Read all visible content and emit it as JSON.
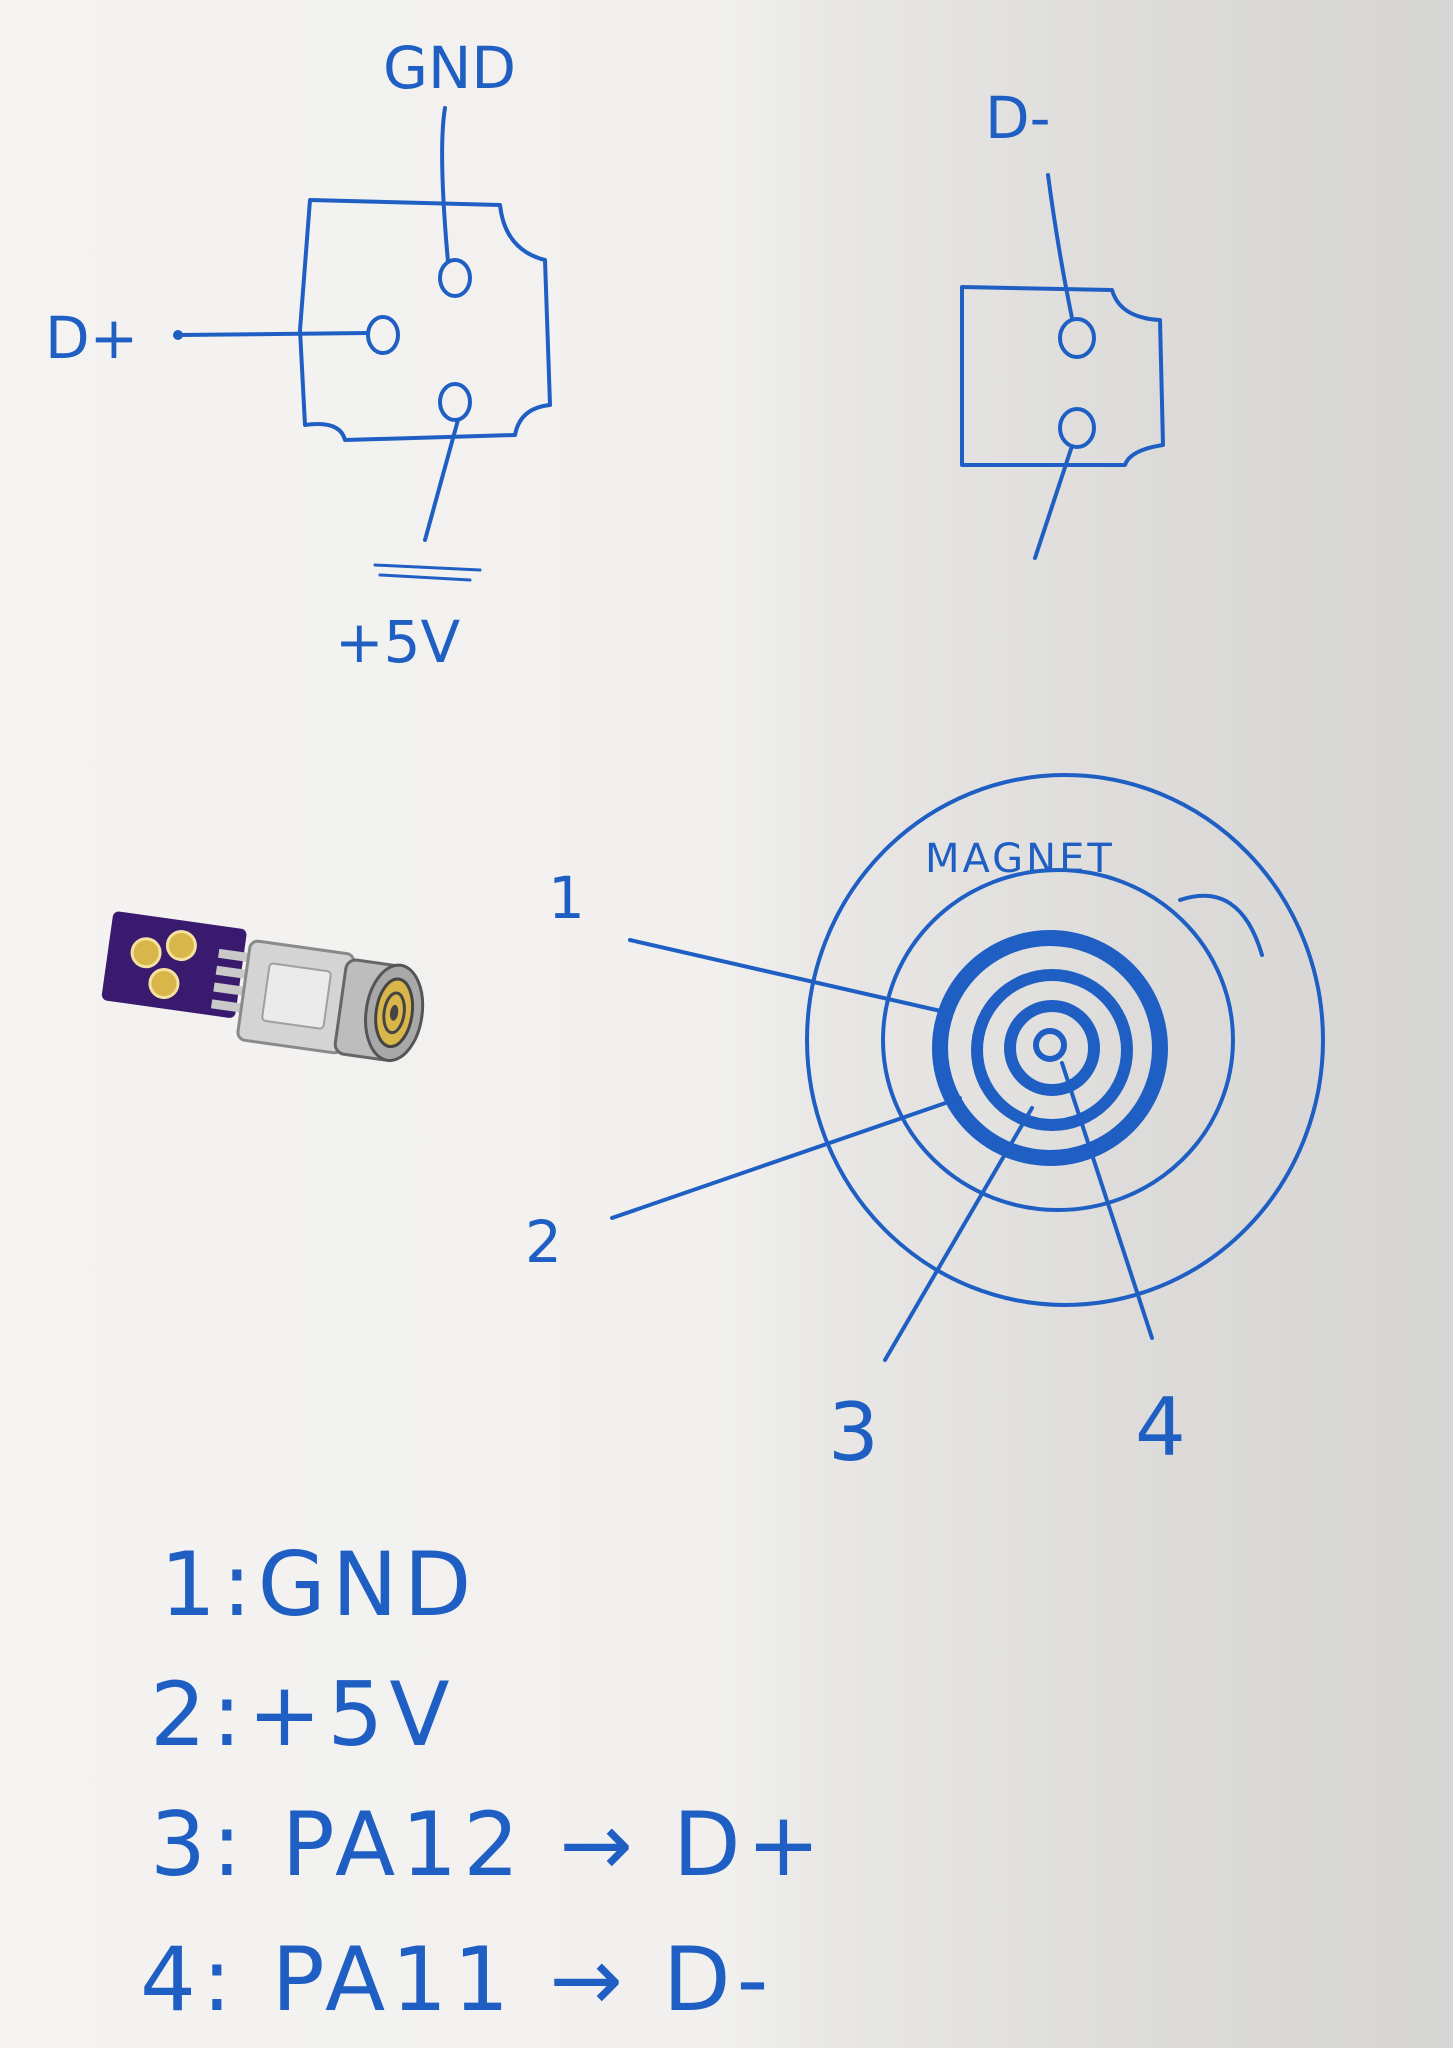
{
  "connector_left": {
    "pin_top_label": "GND",
    "pin_left_label": "D+",
    "pin_bottom_label": "+5V"
  },
  "connector_right": {
    "pin_top_label": "D-"
  },
  "magnet_diagram": {
    "ring_label": "MAGNET",
    "callouts": [
      "1",
      "2",
      "3",
      "4"
    ]
  },
  "pin_legend": [
    {
      "num": "1",
      "text": "1:GND"
    },
    {
      "num": "2",
      "text": "2:+5V"
    },
    {
      "num": "3",
      "text": "3: PA12 → D+"
    },
    {
      "num": "4",
      "text": "4: PA11 → D-"
    }
  ],
  "colors": {
    "ink": "#1f5fc4",
    "paper": "#f2f1ef",
    "pcb": "#3a1a6e",
    "gold": "#d9b64a"
  }
}
